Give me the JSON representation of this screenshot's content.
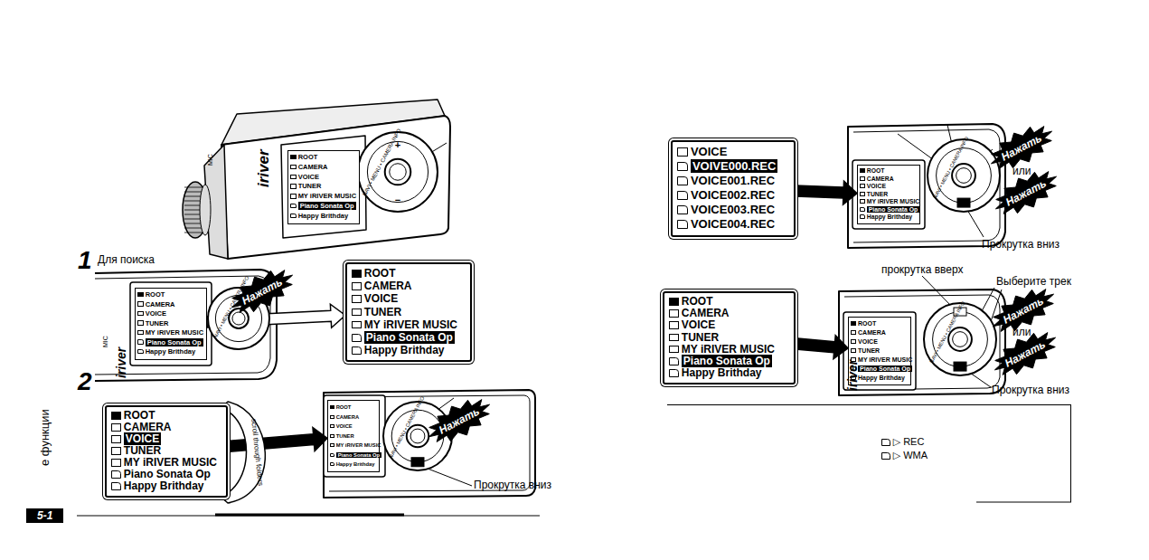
{
  "diagram": {
    "nodes": [
      {
        "text": [
          "ROOT",
          "CAMERA",
          "VOICE",
          "TUNER",
          "MY iRIVER MUSIC",
          "Piano Sonata Op",
          "Happy Brithday"
        ]
      },
      {
        "text": [
          "ROOT",
          "CAMERA",
          "VOICE",
          "TUNER",
          "MY iRIVER MUSIC",
          "Piano Sonata Op",
          "Happy Brithday"
        ]
      },
      {
        "text": [
          "ROOT",
          "CAMERA",
          "VOICE",
          "TUNER",
          "MY iRIVER MUSIC",
          "Piano Sonata Op",
          "Happy Brithday"
        ]
      },
      {
        "text": [
          "ROOT",
          "CAMERA",
          "VOICE",
          "TUNER",
          "MY iRIVER MUSIC",
          "Piano Sonata Op",
          "Happy Brithday"
        ]
      },
      {
        "text": [
          "ROOT",
          "CAMERA",
          "VOICE",
          "TUNER",
          "MY iRIVER MUSIC",
          "Piano Sonata Op",
          "Happy Brithday"
        ]
      },
      {
        "text": [
          "VOICE",
          "VOIVE000.REC",
          "VOICE001.REC",
          "VOICE002.REC",
          "VOICE003.REC",
          "VOICE004.REC"
        ]
      },
      {
        "text": [
          "ROOT",
          "CAMERA",
          "VOICE",
          "TUNER",
          "MY iRIVER MUSIC",
          "Piano Sonata Op",
          "Happy Brithday"
        ]
      },
      {
        "text": [
          "ROOT",
          "CAMERA",
          "VOICE",
          "TUNER",
          "MY iRIVER MUSIC",
          "Piano Sonata Op",
          "Happy Brithday"
        ]
      },
      {
        "text": [
          "ROOT",
          "CAMERA",
          "VOICE",
          "TUNER",
          "MY iRIVER MUSIC",
          "Piano Sonata Op",
          "Happy Brithday"
        ]
      },
      {
        "text": [
          "▷ REC",
          "▷ WMA"
        ]
      }
    ],
    "edges": [
      {
        "from": 1,
        "to": 2,
        "arrow": "to"
      },
      {
        "from": 3,
        "to": 4,
        "arrow": "to"
      },
      {
        "from": 5,
        "to": 6,
        "arrow": "to"
      },
      {
        "from": 7,
        "to": 8,
        "arrow": "to"
      }
    ],
    "labels": [
      "MIC",
      "iriver",
      "NAVI • MENU • CAMERA INFO",
      "+",
      "−",
      "1",
      "Для поиска",
      "MIC",
      "iriver",
      "NAVI • MENU • CAMERA INFO",
      "Нажать",
      "2",
      "scroll through folders",
      "NAVI • MENU • CAMERA INFO",
      "Нажать",
      "Прокрутка вниз",
      "е функции",
      "5-1",
      "NAVI • MENU • CAMERA INFO",
      "Нажать",
      "или",
      "Нажать",
      "Прокрутка вниз",
      "прокрутка вверх",
      "Выберите трек",
      "NAVI • MENU • CAMERA INFO",
      "Нажать",
      "или",
      "Нажать",
      "Прокрутка вниз",
      "iriver"
    ]
  }
}
